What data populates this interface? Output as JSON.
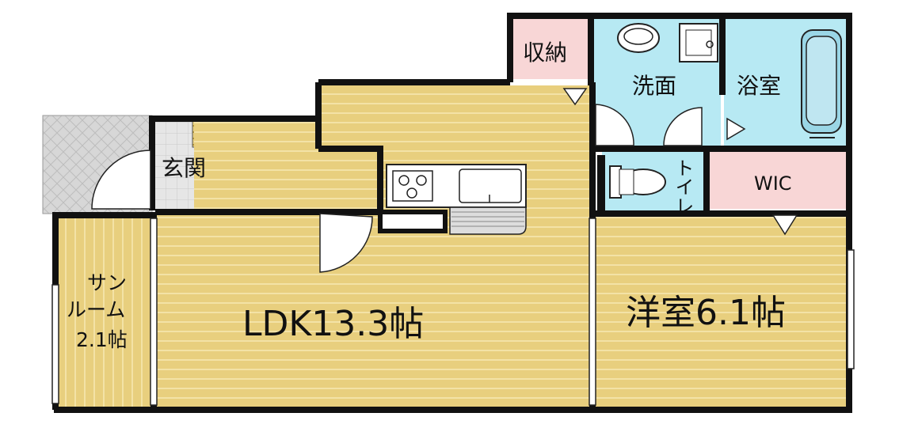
{
  "rooms": {
    "ldk": "LDK13.3帖",
    "western": "洋室6.1帖",
    "sunroom_line1": "サン",
    "sunroom_line2": "ルーム",
    "sunroom_line3": "2.1帖",
    "entrance": "玄関",
    "storage": "収納",
    "washroom": "洗面",
    "bathroom": "浴室",
    "toilet": "トイレ",
    "wic": "WIC"
  },
  "colors": {
    "wall": "#111111",
    "floor_wood": "#e8cf7e",
    "floor_wood_line": "#f3e2a6",
    "wet_area": "#b7e9f3",
    "storage": "#f8d6d6",
    "entrance_tile": "#e3e3e3",
    "balcony": "#d3d3d3"
  }
}
